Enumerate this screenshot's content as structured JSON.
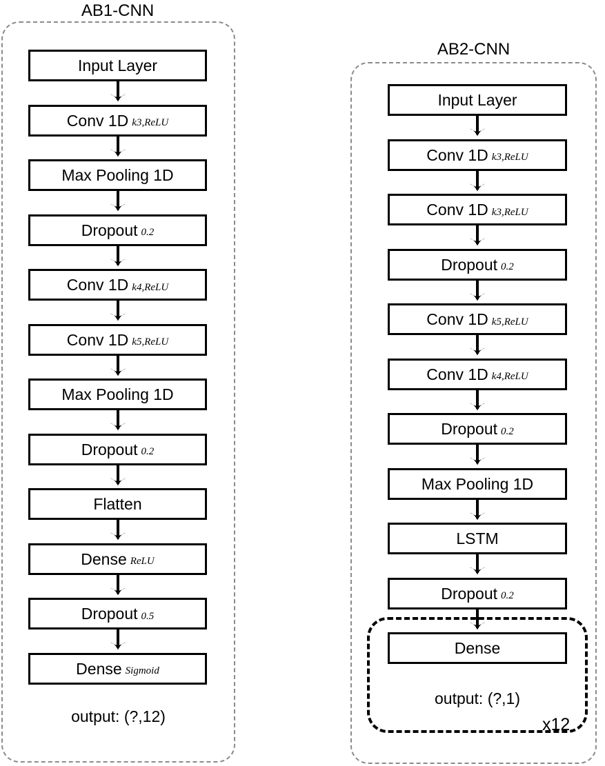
{
  "diagram": {
    "type": "neural-network-architecture-flowchart",
    "models": [
      {
        "id": "ab1",
        "title": "AB1-CNN",
        "output_label": "output: (?,12)",
        "layers": [
          {
            "name": "Input Layer",
            "sub": ""
          },
          {
            "name": "Conv 1D",
            "sub": "k3,ReLU"
          },
          {
            "name": "Max Pooling 1D",
            "sub": ""
          },
          {
            "name": "Dropout",
            "sub": "0.2"
          },
          {
            "name": "Conv 1D",
            "sub": "k4,ReLU"
          },
          {
            "name": "Conv 1D",
            "sub": "k5,ReLU"
          },
          {
            "name": "Max Pooling 1D",
            "sub": ""
          },
          {
            "name": "Dropout",
            "sub": "0.2"
          },
          {
            "name": "Flatten",
            "sub": ""
          },
          {
            "name": "Dense",
            "sub": "ReLU"
          },
          {
            "name": "Dropout",
            "sub": "0.5"
          },
          {
            "name": "Dense",
            "sub": "Sigmoid"
          }
        ]
      },
      {
        "id": "ab2",
        "title": "AB2-CNN",
        "output_label": "output: (?,1)",
        "repeat_count_label": "x12",
        "layers": [
          {
            "name": "Input Layer",
            "sub": ""
          },
          {
            "name": "Conv 1D",
            "sub": "k3,ReLU"
          },
          {
            "name": "Conv 1D",
            "sub": "k3,ReLU"
          },
          {
            "name": "Dropout",
            "sub": "0.2"
          },
          {
            "name": "Conv 1D",
            "sub": "k5,ReLU"
          },
          {
            "name": "Conv 1D",
            "sub": "k4,ReLU"
          },
          {
            "name": "Dropout",
            "sub": "0.2"
          },
          {
            "name": "Max Pooling 1D",
            "sub": ""
          },
          {
            "name": "LSTM",
            "sub": ""
          },
          {
            "name": "Dropout",
            "sub": "0.2"
          },
          {
            "name": "Dense",
            "sub": ""
          }
        ]
      }
    ],
    "colors": {
      "box_border": "#000000",
      "box_fill": "#ffffff",
      "container_border": "#8a8a8a",
      "repeat_block_border": "#000000",
      "arrow": "#000000",
      "text": "#000000",
      "background": "#ffffff"
    },
    "icons": {
      "arrow": "down-arrow-icon"
    }
  }
}
